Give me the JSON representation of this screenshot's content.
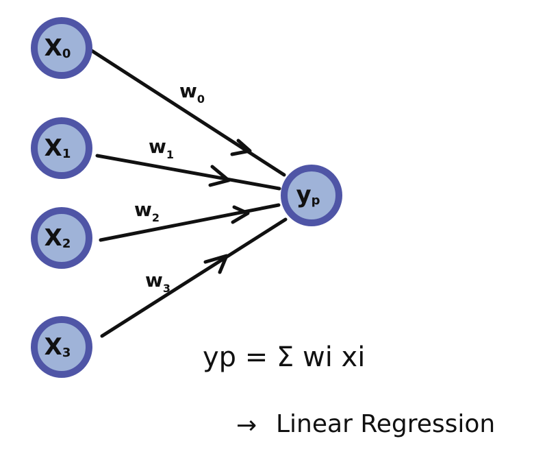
{
  "colors": {
    "node_fill": "#9fb3d8",
    "node_ring": "#4f55a6",
    "ink": "#111111",
    "background": "#ffffff"
  },
  "inputs": [
    {
      "label": "X",
      "subscript": "0"
    },
    {
      "label": "X",
      "subscript": "1"
    },
    {
      "label": "X",
      "subscript": "2"
    },
    {
      "label": "X",
      "subscript": "3"
    }
  ],
  "weights": [
    {
      "label": "w",
      "subscript": "0"
    },
    {
      "label": "w",
      "subscript": "1"
    },
    {
      "label": "w",
      "subscript": "2"
    },
    {
      "label": "w",
      "subscript": "3"
    }
  ],
  "output": {
    "label": "y",
    "subscript": "p"
  },
  "formula": {
    "text": "yp = Σ wi xi"
  },
  "caption": {
    "arrow": "→",
    "text": "Linear Regression"
  }
}
